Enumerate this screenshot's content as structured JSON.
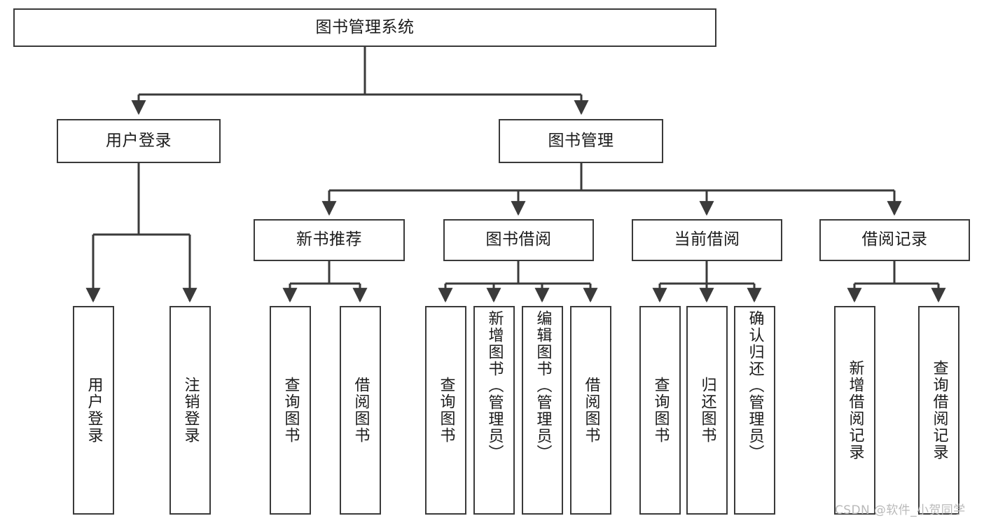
{
  "diagram": {
    "title": "图书管理系统",
    "type": "tree",
    "root": {
      "id": "root",
      "label": "图书管理系统"
    },
    "level2": [
      {
        "id": "user-login",
        "label": "用户登录"
      },
      {
        "id": "book-manage",
        "label": "图书管理"
      }
    ],
    "level3": [
      {
        "id": "new-book-recommend",
        "label": "新书推荐",
        "parent": "book-manage"
      },
      {
        "id": "book-borrow",
        "label": "图书借阅",
        "parent": "book-manage"
      },
      {
        "id": "current-borrow",
        "label": "当前借阅",
        "parent": "book-manage"
      },
      {
        "id": "borrow-record",
        "label": "借阅记录",
        "parent": "book-manage"
      }
    ],
    "leaves": [
      {
        "id": "leaf-user-login",
        "label": "用户登录",
        "parent": "user-login"
      },
      {
        "id": "leaf-logout",
        "label": "注销登录",
        "parent": "user-login"
      },
      {
        "id": "leaf-query-book-1",
        "label": "查询图书",
        "parent": "new-book-recommend"
      },
      {
        "id": "leaf-borrow-book-1",
        "label": "借阅图书",
        "parent": "new-book-recommend"
      },
      {
        "id": "leaf-query-book-2",
        "label": "查询图书",
        "parent": "book-borrow"
      },
      {
        "id": "leaf-add-book",
        "label": "新增图书（管理员）",
        "parent": "book-borrow"
      },
      {
        "id": "leaf-edit-book",
        "label": "编辑图书（管理员）",
        "parent": "book-borrow"
      },
      {
        "id": "leaf-borrow-book-2",
        "label": "借阅图书",
        "parent": "book-borrow"
      },
      {
        "id": "leaf-query-book-3",
        "label": "查询图书",
        "parent": "current-borrow"
      },
      {
        "id": "leaf-return-book",
        "label": "归还图书",
        "parent": "current-borrow"
      },
      {
        "id": "leaf-confirm-return",
        "label": "确认归还（管理员）",
        "parent": "current-borrow"
      },
      {
        "id": "leaf-add-record",
        "label": "新增借阅记录",
        "parent": "borrow-record"
      },
      {
        "id": "leaf-query-record",
        "label": "查询借阅记录",
        "parent": "borrow-record"
      }
    ],
    "colors": {
      "stroke": "#3a3a3a",
      "fill": "#ffffff",
      "text": "#1b1b1b",
      "watermark": "#b9b9b9"
    }
  },
  "watermark": {
    "text": "CSDN @软件_小贺同学"
  }
}
